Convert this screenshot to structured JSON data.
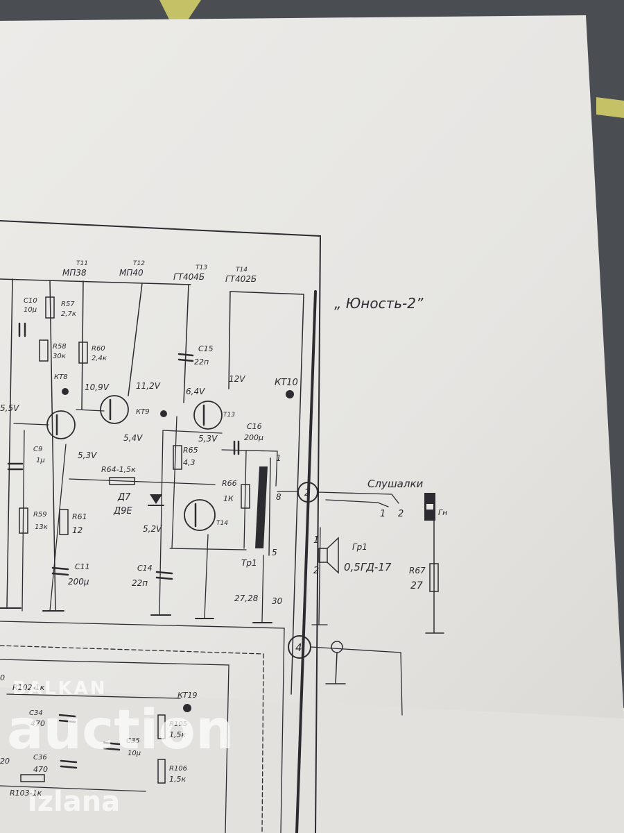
{
  "title": "„ Юность-2”",
  "transistors": [
    {
      "ref": "Т11",
      "type": "МП38"
    },
    {
      "ref": "Т12",
      "type": "МП40"
    },
    {
      "ref": "Т13",
      "type": "ГТ404Б"
    },
    {
      "ref": "Т14",
      "type": "ГТ402Б"
    }
  ],
  "transistor_labels": {
    "t13": "Т13",
    "t14": "Т14"
  },
  "components": {
    "c10": "С10",
    "c10_val": "10μ",
    "r57": "R57",
    "r57_val": "2,7к",
    "r58": "R58",
    "r58_val": "30к",
    "r60": "R60",
    "r60_val": "2,4к",
    "c15": "С15",
    "c15_val": "22п",
    "c16": "С16",
    "c16_val": "200μ",
    "c9": "С9",
    "c9_val": "1μ",
    "r64": "R64-1,5к",
    "r65": "R65",
    "r65_val": "4,3",
    "r66": "R66",
    "r66_val": "1К",
    "d7": "Д7",
    "d7_val": "Д9Е",
    "r59": "R59",
    "r59_val": "13к",
    "r61": "R61",
    "r61_val": "12",
    "c11": "С11",
    "c11_val": "200μ",
    "c14": "С14",
    "c14_val": "22п",
    "tr1": "Тр1",
    "gr1": "Гр1",
    "gr1_val": "0,5ГД-17",
    "r67": "R67",
    "r67_val": "27",
    "gn": "Гн",
    "r102": "R102-1к",
    "c34": "С34",
    "c34_val": "470",
    "c35": "С35",
    "c35_val": "10μ",
    "c36": "С36",
    "c36_val": "470",
    "r103": "R103-1к",
    "r105": "R105",
    "r105_val": "1,5к",
    "r106": "R106",
    "r106_val": "1,5к"
  },
  "voltages": [
    "5,5V",
    "10,9V",
    "11,2V",
    "6,4V",
    "12V",
    "5,4V",
    "5,3V",
    "5,3V",
    "5,2V"
  ],
  "test_points": [
    "КТ8",
    "КТ9",
    "КТ10",
    "КТ19"
  ],
  "pins": {
    "p1": "1",
    "p8": "8",
    "p5": "5",
    "p27": "27,28",
    "p30": "30",
    "hp1": "1",
    "hp2": "2",
    "sp1": "1",
    "sp2": "2"
  },
  "connectors": [
    "2",
    "4"
  ],
  "headphones_label": "Слушалки",
  "edge_fragments": {
    "e1": "0",
    "e2": "20"
  },
  "watermark": {
    "top": "BALKAN",
    "main": "auction",
    "bottom": "izlana"
  },
  "colors": {
    "paper": "#e9e8e5",
    "ink": "#2b2b30",
    "fabric": "#4a4d52",
    "accent": "#d9d66a"
  }
}
